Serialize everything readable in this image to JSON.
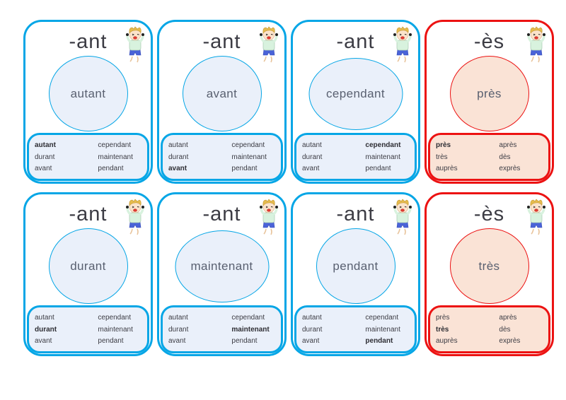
{
  "colors": {
    "blue": "#05A6E6",
    "blue_fill": "#EAF0FA",
    "red": "#EC1212",
    "red_fill": "#FAE3D6"
  },
  "icon": {
    "name": "boy-listening-icon"
  },
  "cards": [
    {
      "theme": "blue",
      "title": "-ant",
      "word": "autant",
      "target": "autant",
      "list_left": [
        "autant",
        "durant",
        "avant"
      ],
      "list_right": [
        "cependant",
        "maintenant",
        "pendant"
      ]
    },
    {
      "theme": "blue",
      "title": "-ant",
      "word": "avant",
      "target": "avant",
      "list_left": [
        "autant",
        "durant",
        "avant"
      ],
      "list_right": [
        "cependant",
        "maintenant",
        "pendant"
      ]
    },
    {
      "theme": "blue",
      "title": "-ant",
      "word": "cependant",
      "target": "cependant",
      "list_left": [
        "autant",
        "durant",
        "avant"
      ],
      "list_right": [
        "cependant",
        "maintenant",
        "pendant"
      ]
    },
    {
      "theme": "red",
      "title": "-ès",
      "word": "près",
      "target": "près",
      "list_left": [
        "près",
        "très",
        "auprès"
      ],
      "list_right": [
        "après",
        "dès",
        "exprès"
      ]
    },
    {
      "theme": "blue",
      "title": "-ant",
      "word": "durant",
      "target": "durant",
      "list_left": [
        "autant",
        "durant",
        "avant"
      ],
      "list_right": [
        "cependant",
        "maintenant",
        "pendant"
      ]
    },
    {
      "theme": "blue",
      "title": "-ant",
      "word": "maintenant",
      "target": "maintenant",
      "list_left": [
        "autant",
        "durant",
        "avant"
      ],
      "list_right": [
        "cependant",
        "maintenant",
        "pendant"
      ]
    },
    {
      "theme": "blue",
      "title": "-ant",
      "word": "pendant",
      "target": "pendant",
      "list_left": [
        "autant",
        "durant",
        "avant"
      ],
      "list_right": [
        "cependant",
        "maintenant",
        "pendant"
      ]
    },
    {
      "theme": "red",
      "title": "-ès",
      "word": "très",
      "target": "très",
      "list_left": [
        "près",
        "très",
        "auprès"
      ],
      "list_right": [
        "après",
        "dès",
        "exprès"
      ]
    }
  ]
}
